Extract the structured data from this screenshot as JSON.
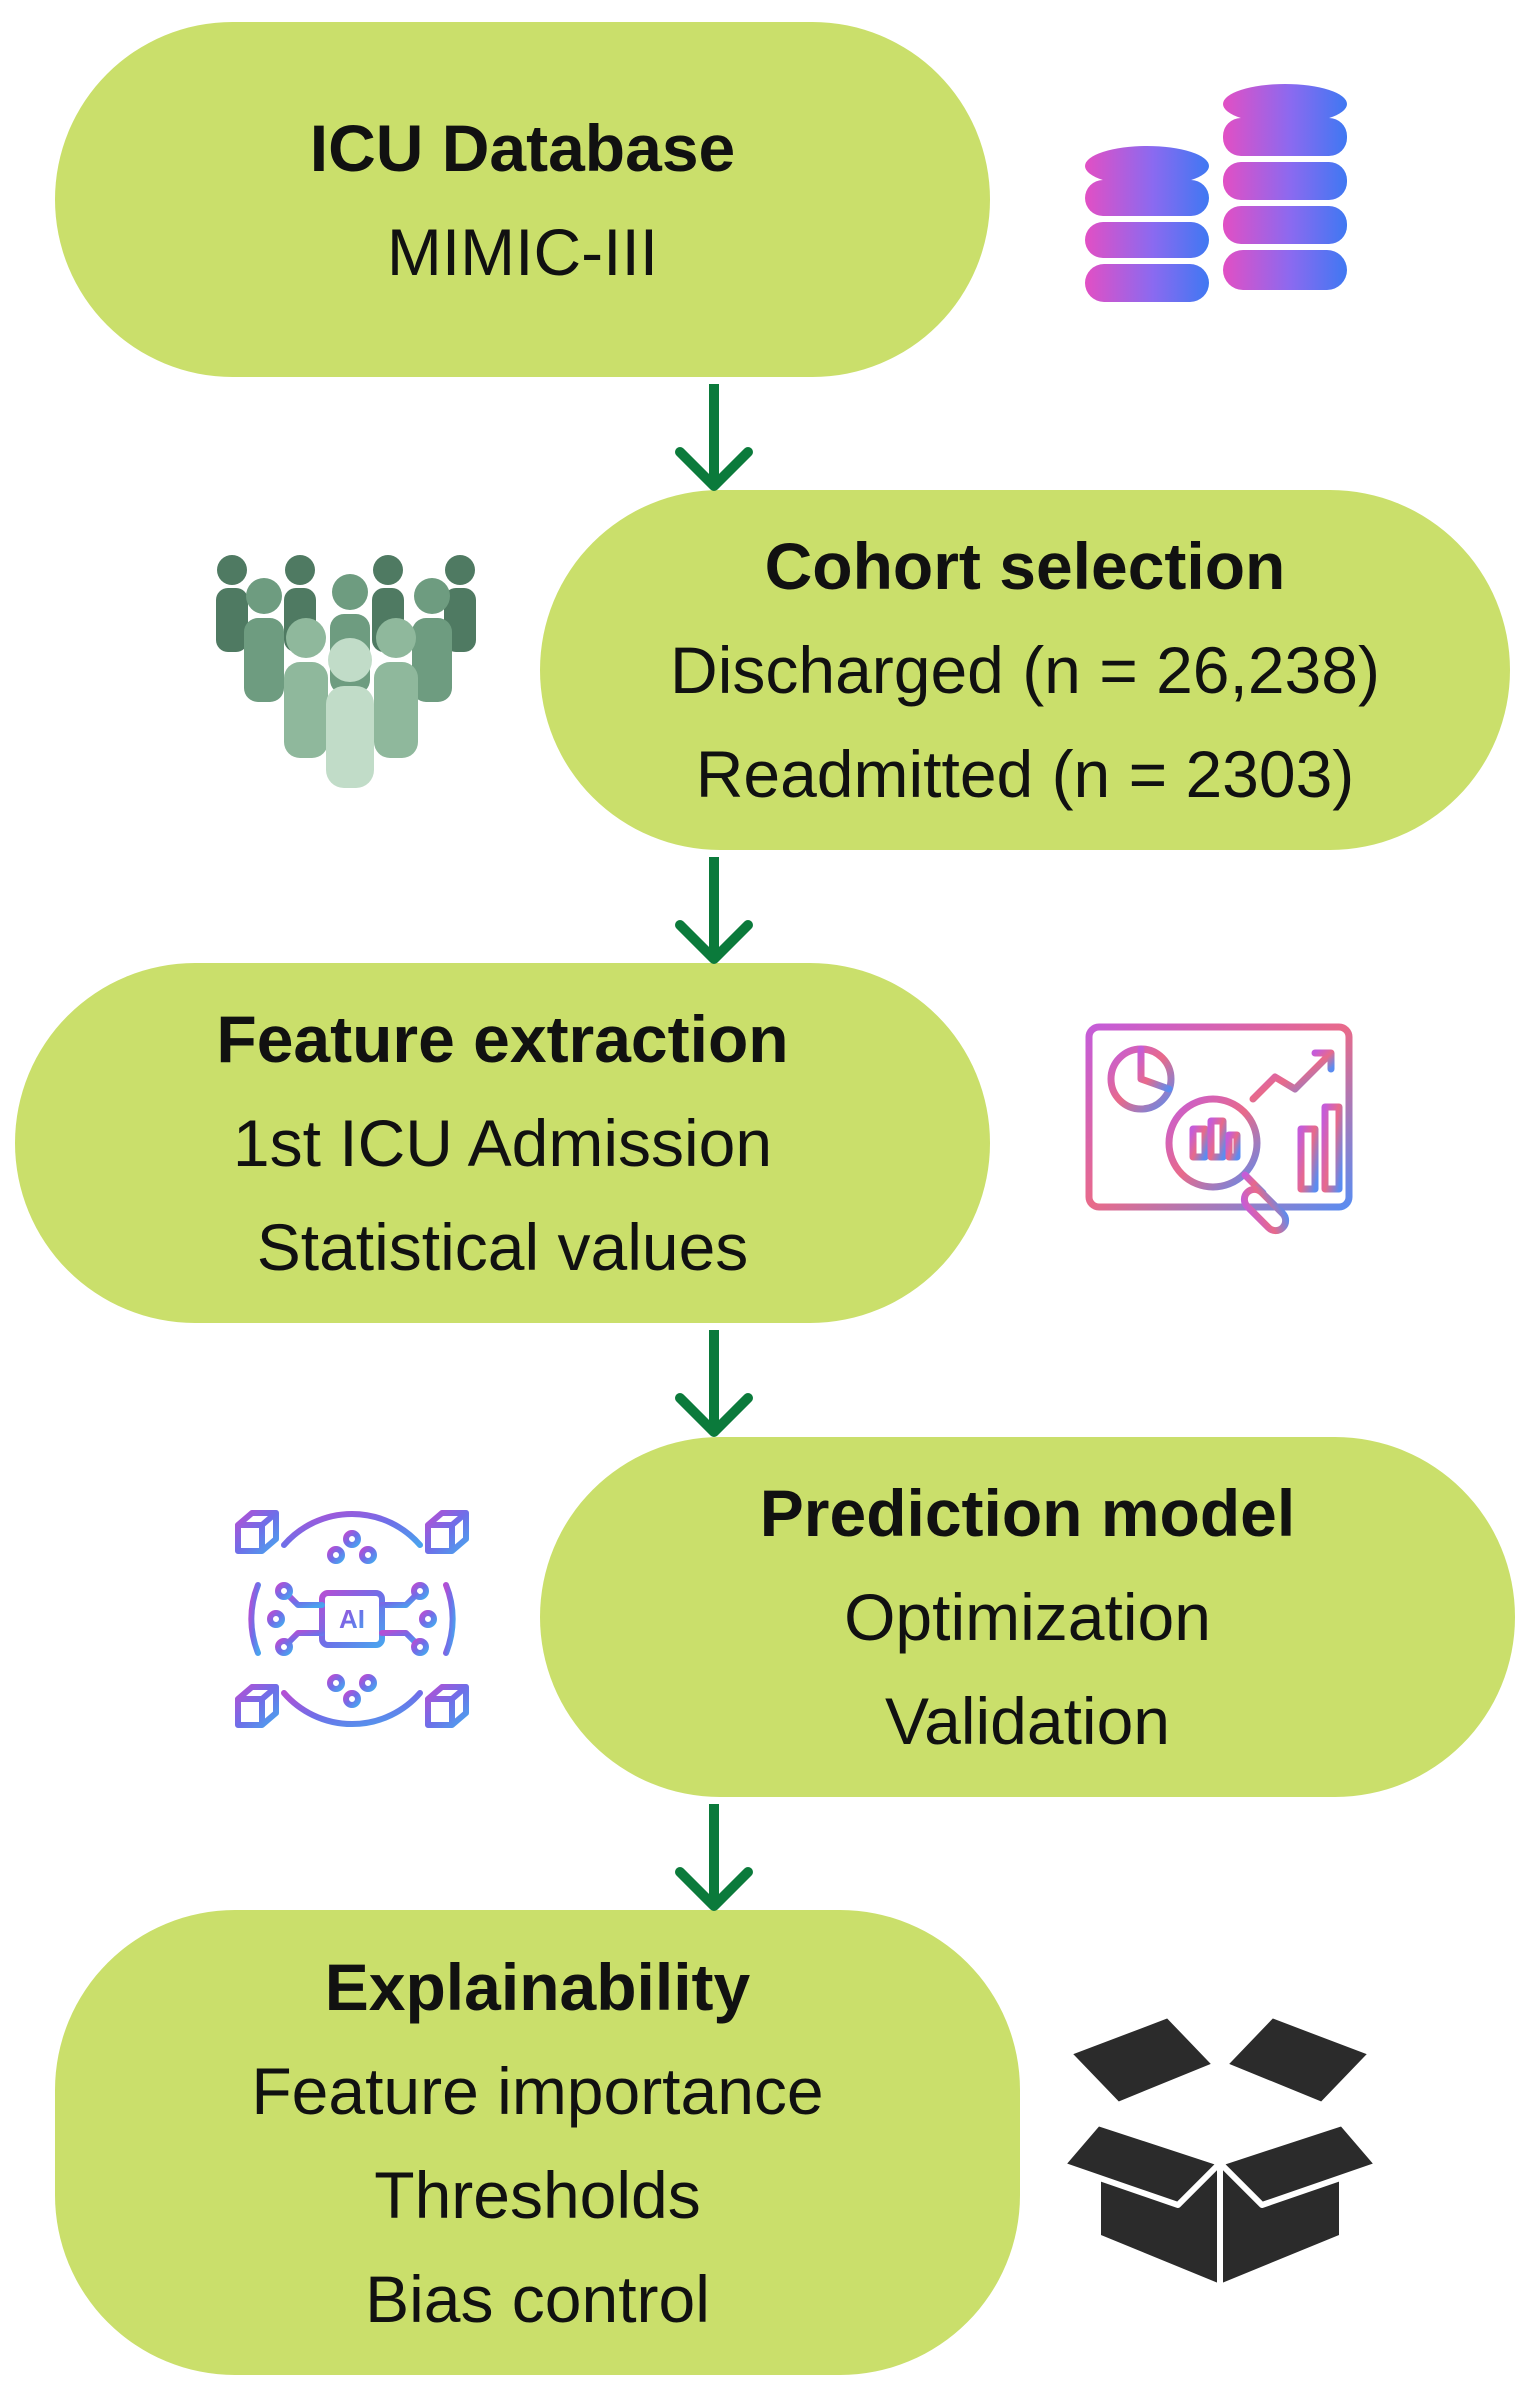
{
  "steps": [
    {
      "title": "ICU Database",
      "lines": [
        "MIMIC-III"
      ],
      "icon": "database-icon"
    },
    {
      "title": "Cohort selection",
      "lines": [
        "Discharged (n = 26,238)",
        "Readmitted (n = 2303)"
      ],
      "icon": "people-group-icon"
    },
    {
      "title": "Feature extraction",
      "lines": [
        "1st ICU Admission",
        "Statistical values"
      ],
      "icon": "analytics-monitor-icon"
    },
    {
      "title": "Prediction model",
      "lines": [
        "Optimization",
        "Validation"
      ],
      "icon": "ai-chip-icon"
    },
    {
      "title": "Explainability",
      "lines": [
        "Feature importance",
        "Thresholds",
        "Bias control"
      ],
      "icon": "open-box-icon"
    }
  ],
  "colors": {
    "box_fill": "#cadf6b",
    "arrow": "#0b7a3b",
    "text": "#111111",
    "people": "#5e8c73",
    "box_icon": "#2b2b2b"
  }
}
